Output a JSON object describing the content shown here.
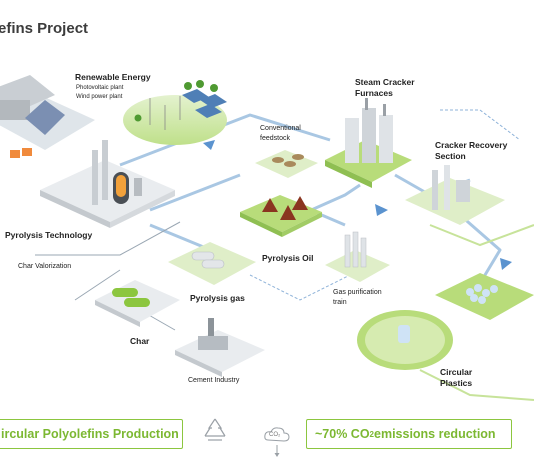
{
  "title": "efins Project",
  "labels": {
    "renewable_energy": "Renewable Energy",
    "photovoltaic": "Photovoltaic plant",
    "wind": "Wind power plant",
    "steam_cracker_1": "Steam Cracker",
    "steam_cracker_2": "Furnaces",
    "conventional_1": "Conventional",
    "conventional_2": "feedstock",
    "cracker_recovery_1": "Cracker Recovery",
    "cracker_recovery_2": "Section",
    "pyrolysis_technology": "Pyrolysis Technology",
    "pyrolysis_oil": "Pyrolysis Oil",
    "char_valorization": "Char Valorization",
    "pyrolysis_gas": "Pyrolysis gas",
    "gas_purification_1": "Gas purification",
    "gas_purification_2": "train",
    "char": "Char",
    "cement_industry": "Cement Industry",
    "circular_1": "Circular",
    "circular_2": "Plastics"
  },
  "bottom": {
    "left_text": "ircular Polyolefins Production",
    "co2_icon_text": "CO₂",
    "right_prefix": "~70% CO",
    "right_sub": "2",
    "right_suffix": " emissions reduction"
  },
  "colors": {
    "accent_green": "#8cc63f",
    "flow_blue": "#a9c7e3",
    "tile_green": "#b8dc7a",
    "tile_light": "#dfeec8"
  }
}
